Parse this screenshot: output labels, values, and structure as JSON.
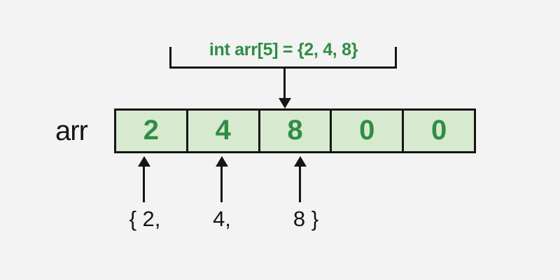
{
  "declaration": {
    "text": "int arr[5] = {2, 4, 8}"
  },
  "array": {
    "name_label": "arr",
    "cells": [
      "2",
      "4",
      "8",
      "0",
      "0"
    ]
  },
  "initializer_labels": [
    "{ 2,",
    "4,",
    "8 }"
  ],
  "colors": {
    "background": "#f2f3f2",
    "cell_fill": "#d7e9cf",
    "outline_black": "#151515",
    "accent_green": "#2f8d46"
  }
}
